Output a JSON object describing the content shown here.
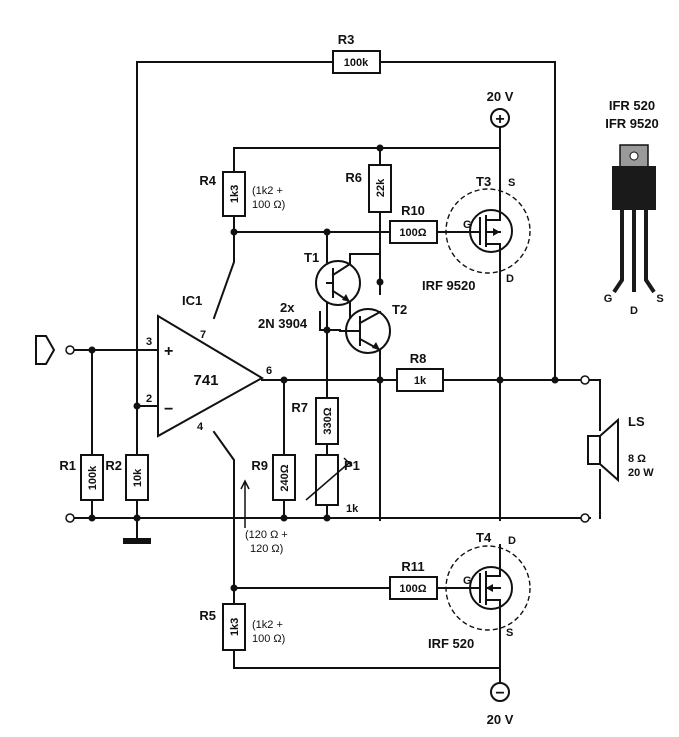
{
  "components": {
    "R1": {
      "ref": "R1",
      "value": "100k"
    },
    "R2": {
      "ref": "R2",
      "value": "10k"
    },
    "R3": {
      "ref": "R3",
      "value": "100k"
    },
    "R4": {
      "ref": "R4",
      "value": "1k3",
      "note1": "(1k2 +",
      "note2": "100 Ω)"
    },
    "R5": {
      "ref": "R5",
      "value": "1k3",
      "note1": "(1k2 +",
      "note2": "100 Ω)"
    },
    "R6": {
      "ref": "R6",
      "value": "22k"
    },
    "R7": {
      "ref": "R7",
      "value": "330Ω"
    },
    "R8": {
      "ref": "R8",
      "value": "1k"
    },
    "R9": {
      "ref": "R9",
      "value": "240Ω",
      "note1": "(120 Ω +",
      "note2": "120 Ω)"
    },
    "R10": {
      "ref": "R10",
      "value": "100Ω"
    },
    "R11": {
      "ref": "R11",
      "value": "100Ω"
    },
    "P1": {
      "ref": "P1",
      "value": "1k"
    },
    "IC1": {
      "ref": "IC1",
      "type": "741",
      "pin_plus": "+",
      "pin_minus": "−",
      "pin3": "3",
      "pin2": "2",
      "pin6": "6",
      "pin7": "7",
      "pin4": "4"
    },
    "T1": {
      "ref": "T1"
    },
    "T2": {
      "ref": "T2"
    },
    "transistor_pair": {
      "count": "2x",
      "type": "2N 3904"
    },
    "T3": {
      "ref": "T3",
      "type": "IRF 9520",
      "g": "G",
      "s": "S",
      "d": "D"
    },
    "T4": {
      "ref": "T4",
      "type": "IRF 520",
      "g": "G",
      "s": "S",
      "d": "D"
    },
    "LS": {
      "ref": "LS",
      "impedance": "8 Ω",
      "power": "20 W"
    }
  },
  "supply": {
    "positive": {
      "voltage": "20 V",
      "sign": "+"
    },
    "negative": {
      "voltage": "20 V",
      "sign": "−"
    }
  },
  "package": {
    "title1": "IFR 520",
    "title2": "IFR 9520",
    "pin_g": "G",
    "pin_d": "D",
    "pin_s": "S"
  },
  "colors": {
    "ink": "#111111",
    "paper": "#ffffff",
    "package_body": "#1a1a1a",
    "tab": "#9a9a9a"
  }
}
